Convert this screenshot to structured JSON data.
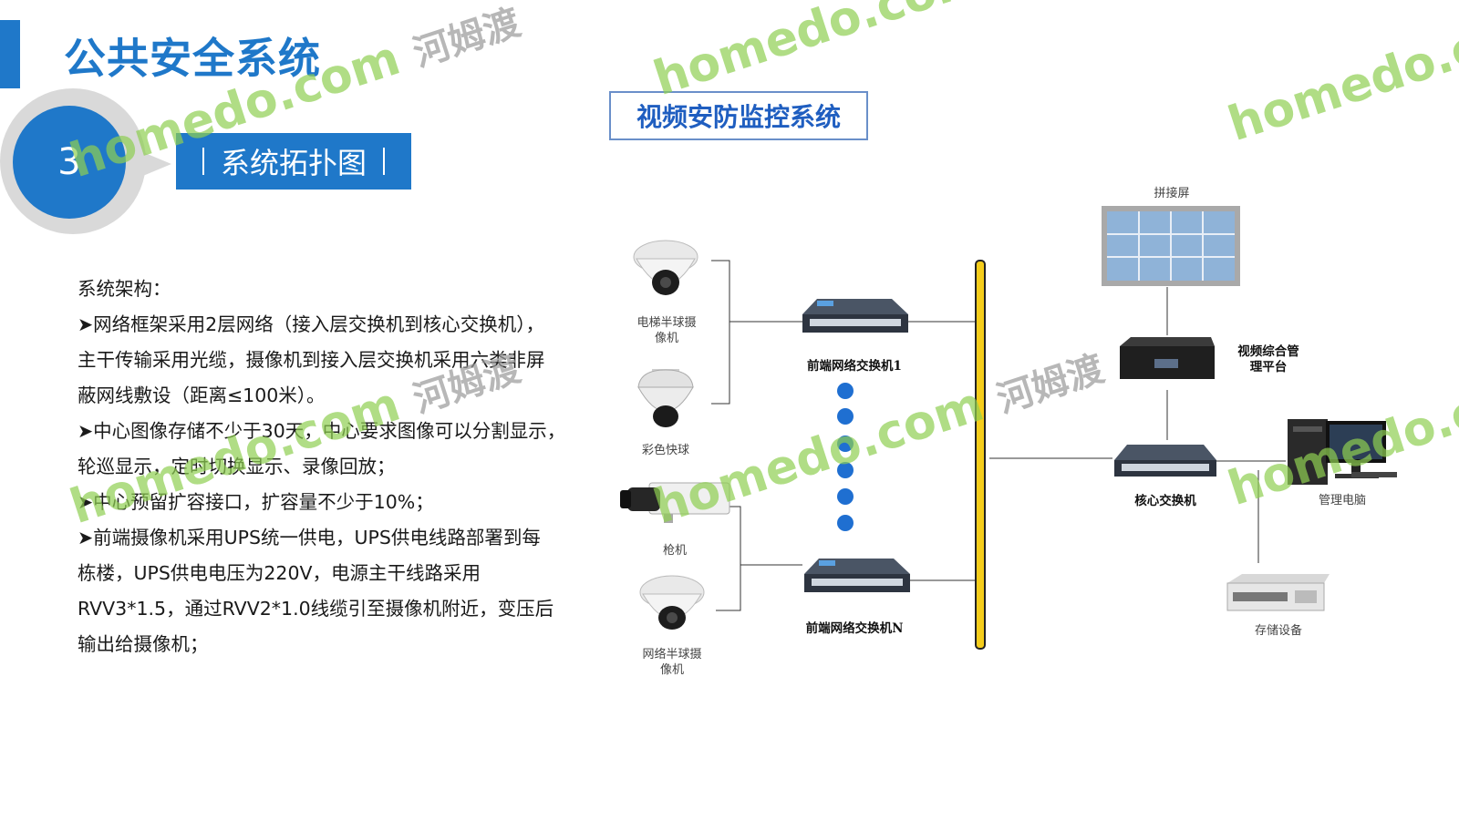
{
  "header": {
    "title": "公共安全系统"
  },
  "section": {
    "number": "3",
    "label": "系统拓扑图"
  },
  "body": {
    "heading": "系统架构：",
    "lines": [
      "➤网络框架采用2层网络（接入层交换机到核心交换机），",
      "主干传输采用光缆，摄像机到接入层交换机采用六类非屏",
      "蔽网线敷设（距离≤100米）。",
      "➤中心图像存储不少于30天，中心要求图像可以分割显示，",
      "轮巡显示，定时切换显示、录像回放；",
      "➤中心预留扩容接口，扩容量不少于10%；",
      "➤前端摄像机采用UPS统一供电，UPS供电线路部署到每",
      "栋楼，UPS供电电压为220V，电源主干线路采用",
      "RVV3*1.5，通过RVV2*1.0线缆引至摄像机附近，变压后",
      "输出给摄像机；"
    ]
  },
  "diagram": {
    "title": "视频安防监控系统",
    "labels": {
      "elevator_cam_1": "电梯半球摄",
      "elevator_cam_2": "像机",
      "speed_dome": "彩色快球",
      "gun_cam": "枪机",
      "net_dome_1": "网络半球摄",
      "net_dome_2": "像机",
      "switch_1": "前端网络交换机1",
      "switch_n": "前端网络交换机N",
      "video_wall": "拼接屏",
      "platform_1": "视频综合管",
      "platform_2": "理平台",
      "core_switch": "核心交换机",
      "pc": "管理电脑",
      "storage": "存储设备"
    }
  },
  "watermark": {
    "en": "homedo.com",
    "cn": "河姆渡"
  }
}
